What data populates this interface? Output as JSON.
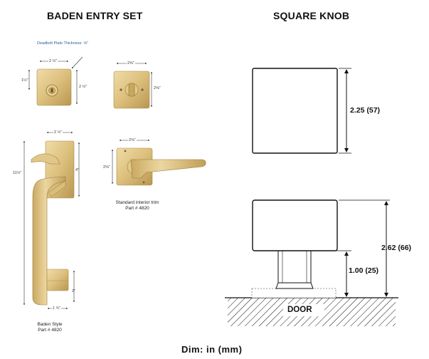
{
  "left_title": "BADEN ENTRY SET",
  "right_title": "SQUARE KNOB",
  "deadbolt": {
    "note": "Deadbolt Plate Thickness: ⅝\"",
    "width": "2 ½\"",
    "height": "2 ½\"",
    "cylinder_offset": "1½\""
  },
  "thumbturn": {
    "width": "2⅝\"",
    "height": "2⅝\""
  },
  "handleset": {
    "width": "2 ½\"",
    "overall_height": "11½\"",
    "upper_height": "4\"",
    "lower_height": "2\"",
    "lower_width": "1 ¾\"",
    "caption_line1": "Baden Style",
    "caption_line2": "Part # 4820"
  },
  "interior_trim": {
    "width": "2⅝\"",
    "height": "2⅝\"",
    "caption_line1": "Standard interior trim",
    "caption_line2": "Part # 4820"
  },
  "knob": {
    "face_height": "2.25 (57)",
    "overall_projection": "2.62 (66)",
    "neck_height": "1.00 (25)",
    "door_label": "DOOR"
  },
  "footer": "Dim: in (mm)",
  "colors": {
    "brass_light": "#e6cf96",
    "brass": "#d4b56e",
    "brass_dark": "#a98a45",
    "line": "#111111"
  }
}
